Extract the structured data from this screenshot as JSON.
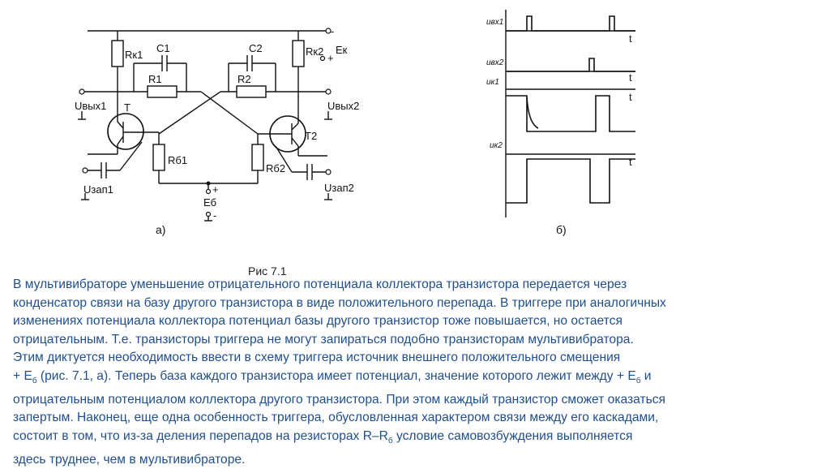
{
  "figure": {
    "circuit_labels": {
      "rk1": "Rк1",
      "rk2": "Rк2",
      "c1": "C1",
      "c2": "C2",
      "r1": "R1",
      "r2": "R2",
      "rb1": "Rб1",
      "rb2": "Rб2",
      "t1": "T",
      "t2": "T2",
      "uvyx1": "Uвых1",
      "uvyx2": "Uвых2",
      "uzap1": "Uзап1",
      "uzap2": "Uзап2",
      "ek_minus": "-",
      "ek_plus": "+",
      "ek": "Ек",
      "eb_plus": "+",
      "eb": "Еб",
      "eb_minus": "-",
      "panel_a": "а)"
    },
    "timing_labels": {
      "u_in1": "uвх1",
      "u_in2": "uвх2",
      "u_k1": "uк1",
      "u_k2": "uк2",
      "t": "t",
      "panel_b": "б)"
    }
  },
  "caption": "Рис 7.1",
  "paragraph": {
    "l1": "В мультивибраторе уменьшение отрицательного потенциала коллектора транзистора передается через",
    "l2": "конденсатор связи на базу другого транзистора в виде положительного перепада. В триггере при аналогичных",
    "l3": "изменениях потенциала коллектора потенциал базы другого транзистор тоже повышается, но остается",
    "l4": "отрицательным. Т.е. транзисторы триггера не могут запираться подобно транзисторам мультивибратора.",
    "l5": "Этим диктуется необходимость ввести в схему триггера источник внешнего положительного смещения",
    "l6a": "+ Е",
    "l6b": "б",
    "l6c": " (рис. 7.1, а). Теперь база каждого транзистора имеет потенциал, значение которого лежит между + Е",
    "l6d": "б",
    "l6e": " и",
    "l7": "отрицательным потенциалом коллектора другого транзистора. При этом каждый транзистор сможет оказаться",
    "l8": "запертым. Наконец, еще одна особенность триггера, обусловленная характером связи между его каскадами,",
    "l9a": "состоит в том, что из-за деления перепадов на резисторах R–R",
    "l9b": "б",
    "l9c": " условие самовозбуждения выполняется",
    "l10": "здесь труднее, чем в мультивибраторе."
  }
}
